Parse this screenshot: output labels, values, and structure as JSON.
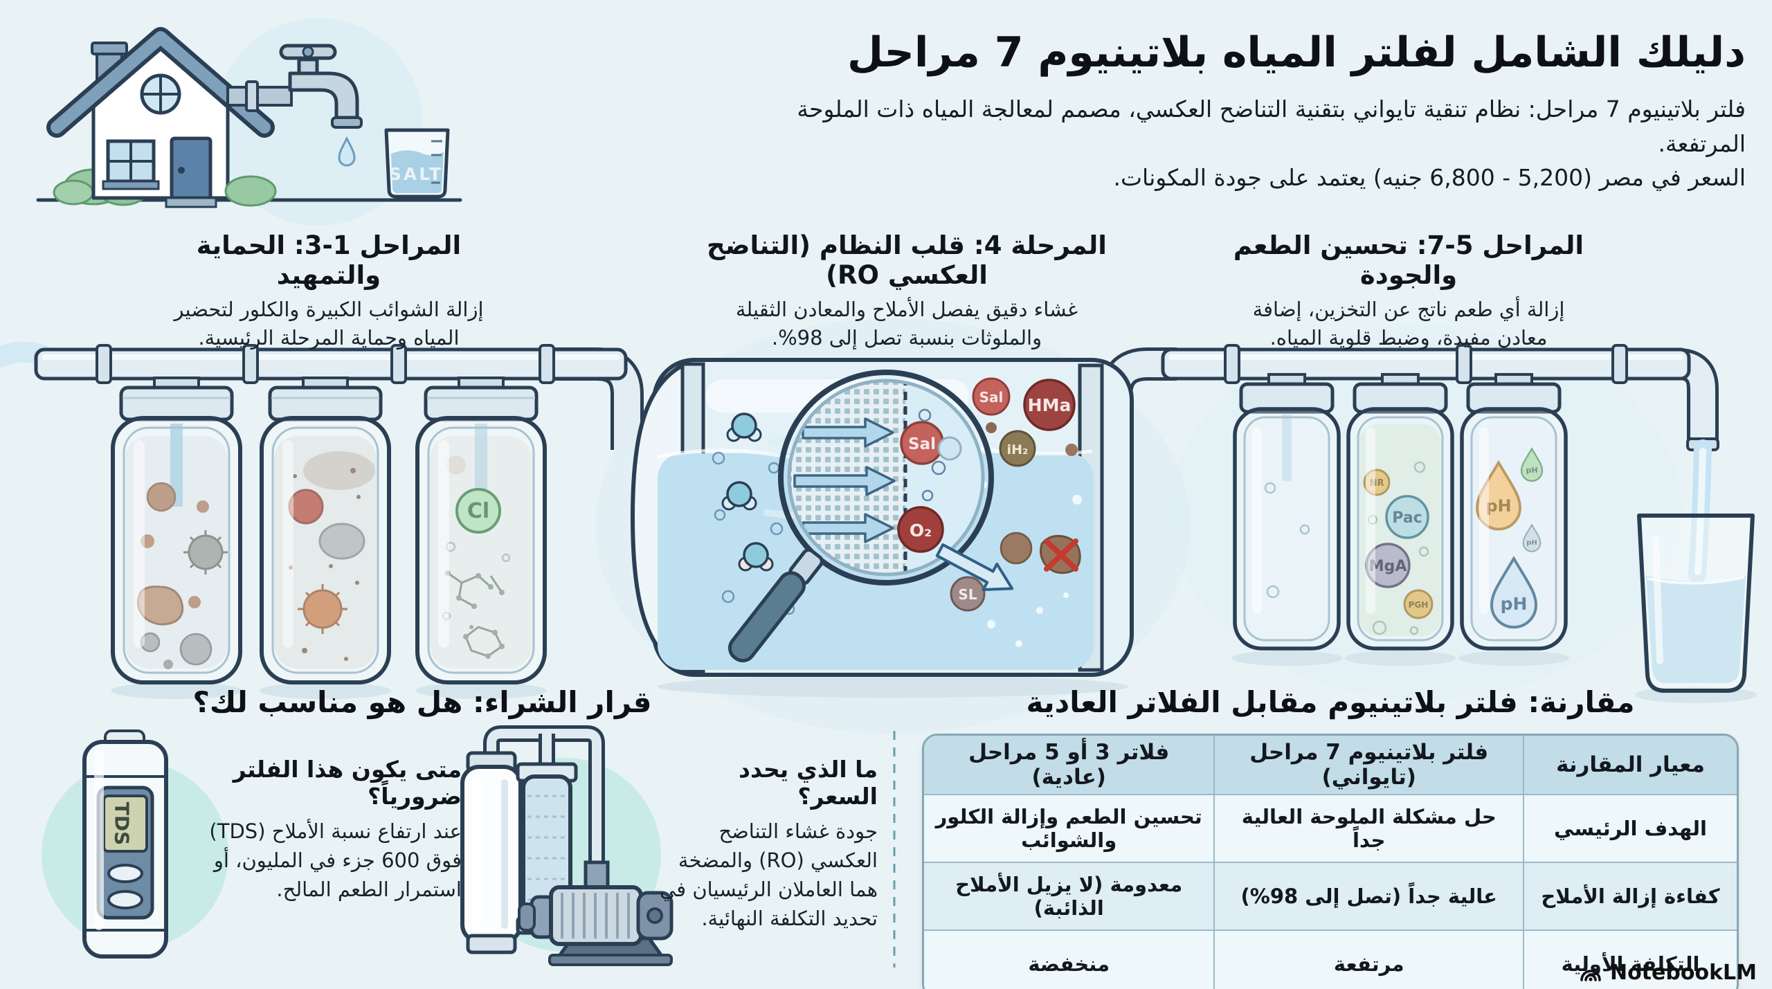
{
  "header": {
    "title": "دليلك الشامل لفلتر المياه بلاتينيوم 7 مراحل",
    "subtitle1": "فلتر بلاتينيوم 7 مراحل: نظام تنقية تايواني بتقنية التناضح العكسي، مصمم لمعالجة المياه ذات الملوحة المرتفعة.",
    "subtitle2": "السعر في مصر (5,200 - 6,800 جنيه) يعتمد على جودة المكونات."
  },
  "stages": [
    {
      "title": "المراحل 1-3: الحماية والتمهيد",
      "desc": "إزالة الشوائب الكبيرة والكلور لتحضير المياه وحماية المرحلة الرئيسية."
    },
    {
      "title": "المرحلة 4: قلب النظام (التناضح العكسي RO)",
      "desc": "غشاء دقيق يفصل الأملاح والمعادن الثقيلة والملوثات بنسبة تصل إلى 98%."
    },
    {
      "title": "المراحل 5-7: تحسين الطعم والجودة",
      "desc": "إزالة أي طعم ناتج عن التخزين، إضافة معادن مفيدة، وضبط قلوية المياه."
    }
  ],
  "decision": {
    "title": "قرار الشراء: هل هو مناسب لك؟",
    "blocks": [
      {
        "q": "متى يكون هذا الفلتر ضرورياً؟",
        "a": "عند ارتفاع نسبة الأملاح (TDS) فوق 600 جزء في المليون، أو استمرار الطعم المالح."
      },
      {
        "q": "ما الذي يحدد السعر؟",
        "a": "جودة غشاء التناضح العكسي (RO) والمضخة هما العاملان الرئيسيان في تحديد التكلفة النهائية."
      }
    ]
  },
  "comparison": {
    "title": "مقارنة: فلتر بلاتينيوم مقابل الفلاتر العادية",
    "headers": [
      "معيار المقارنة",
      "فلتر بلاتينيوم 7 مراحل (تايواني)",
      "فلاتر 3 أو 5 مراحل (عادية)"
    ],
    "rows": [
      [
        "الهدف الرئيسي",
        "حل مشكلة الملوحة العالية جداً",
        "تحسين الطعم وإزالة الكلور والشوائب"
      ],
      [
        "كفاءة إزالة الأملاح",
        "عالية جداً (تصل إلى 98%)",
        "معدومة (لا يزيل الأملاح الذائبة)"
      ],
      [
        "التكلفة الأولية",
        "مرتفعة",
        "منخفضة"
      ]
    ]
  },
  "labels": {
    "salt": "SALT",
    "cl": "Cl",
    "sal": "Sal",
    "hma": "HMa",
    "ih2": "iH₂",
    "o2": "O₂",
    "sl": "SL",
    "nr": "NR",
    "pac": "Pac",
    "mga": "MgA",
    "pgh": "PGH",
    "ph": "pH",
    "tds": "TDS"
  },
  "watermark": {
    "brand": "NotebookLM"
  },
  "colors": {
    "background": "#e9f3f6",
    "ink_outline": "#2b3f54",
    "water": "#bfe0f1",
    "pipe": "#e2eef4",
    "table_header": "#c2dde8",
    "table_row_alt": "#dfeef4",
    "teal_blob": "#c9ebe7",
    "contaminant_red": "#bf5a52",
    "mineral_gold": "#d9b55f",
    "chlorine_green": "#a8dbb0",
    "text": "#10151c"
  }
}
